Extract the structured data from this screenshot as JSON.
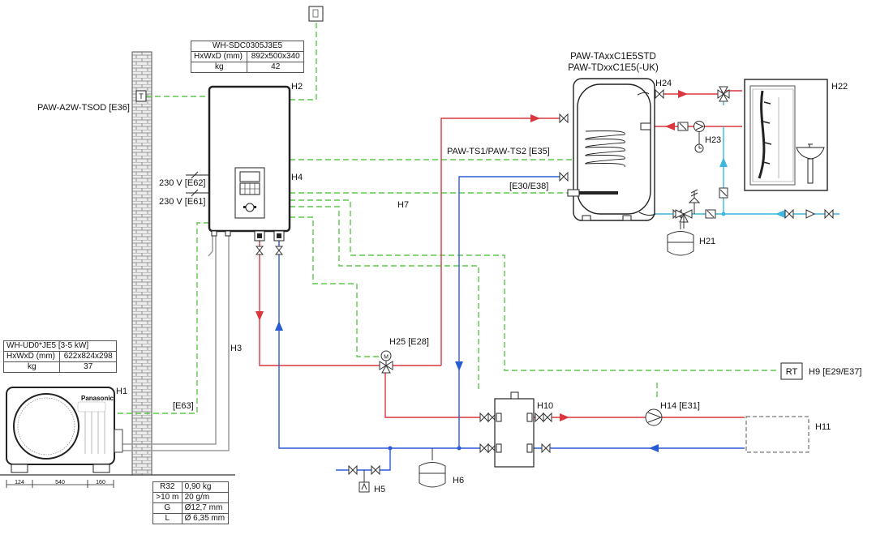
{
  "indoor_unit": {
    "model": "WH-SDC0305J3E5",
    "dim_label": "HxWxD (mm)",
    "dim_value": "892x500x340",
    "weight_label": "kg",
    "weight_value": "42"
  },
  "outdoor_unit": {
    "model": "WH-UD0*JE5 [3-5 kW]",
    "dim_label": "HxWxD (mm)",
    "dim_value": "622x824x298",
    "weight_label": "kg",
    "weight_value": "37",
    "brand": "Panasonic",
    "dims": [
      "124",
      "540",
      "160"
    ]
  },
  "refrigerant": {
    "rows": [
      {
        "k": "R32",
        "v": "0,90 kg"
      },
      {
        "k": ">10 m",
        "v": "20 g/m"
      },
      {
        "k": "G",
        "v": "Ø12,7 mm"
      },
      {
        "k": "L",
        "v": "Ø 6,35 mm"
      }
    ]
  },
  "tank": {
    "model_1": "PAW-TAxxC1E5STD",
    "model_2": "PAW-TDxxC1E5(-UK)"
  },
  "labels": {
    "sensor": "PAW-A2W-TSOD [E36]",
    "sensor_symbol": "T",
    "power_e62": "230 V [E62]",
    "power_e61": "230 V [E61]",
    "e63": "[E63]",
    "ts": "PAW-TS1/PAW-TS2 [E35]",
    "e30": "[E30/E38]",
    "h1": "H1",
    "h2": "H2",
    "h3": "H3",
    "h4": "H4",
    "h5": "H5",
    "h6": "H6",
    "h7": "H7",
    "h9": "H9 [E29/E37]",
    "rt": "RT",
    "h10": "H10",
    "h11": "H11",
    "h14": "H14 [E31]",
    "h21": "H21",
    "h22": "H22",
    "h23": "H23",
    "h24": "H24",
    "h25": "H25 [E28]",
    "m": "M"
  },
  "colors": {
    "flow": "#d9363e",
    "return": "#2a5bd7",
    "cold": "#3fb6e0",
    "signal": "#5cc84a",
    "pipe_gray": "#888888",
    "wall": "#e8e8e8"
  }
}
